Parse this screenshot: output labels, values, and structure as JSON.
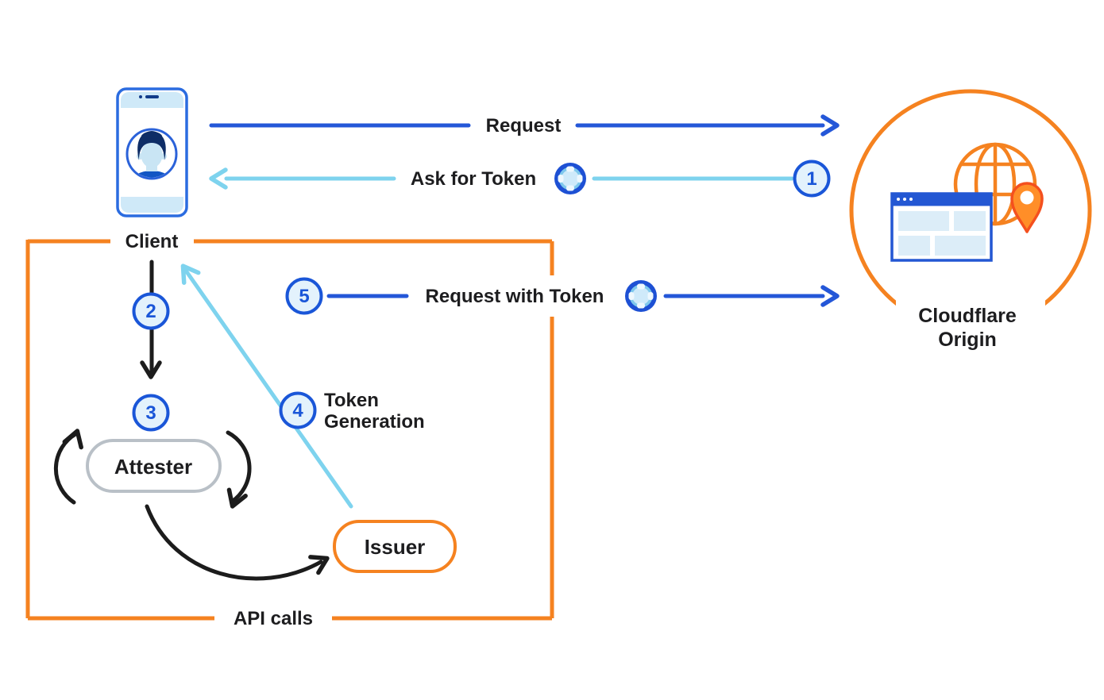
{
  "diagram_name": "privacy-pass-token-flow",
  "nodes": {
    "client": {
      "label": "Client"
    },
    "cloudflare_origin": {
      "label_line1": "Cloudflare",
      "label_line2": "Origin"
    },
    "attester": {
      "label": "Attester"
    },
    "issuer": {
      "label": "Issuer"
    }
  },
  "container": {
    "label": "API calls"
  },
  "flows": {
    "request": {
      "label": "Request"
    },
    "ask_for_token": {
      "label": "Ask for Token",
      "step": "1"
    },
    "client_to_attester": {
      "step": "2"
    },
    "attestation": {
      "step": "3"
    },
    "token_generation": {
      "step": "4",
      "label_line1": "Token",
      "label_line2": "Generation"
    },
    "request_with_token": {
      "step": "5",
      "label": "Request with Token"
    }
  },
  "icons": {
    "client_device": "phone-with-user-avatar",
    "origin": "globe-browser-location-pin",
    "token": "token-chip"
  },
  "colors": {
    "orange": "#F58220",
    "dark_blue_arrow": "#2457D8",
    "light_blue_arrow": "#7ED3EE",
    "black_arrow": "#1C1C1C",
    "step_circle_border": "#1A56D8",
    "step_circle_fill": "#E3F2FC",
    "attester_border": "#B9C0C7",
    "browser_blue": "#2357D3",
    "pane_light_blue": "#DCEDF8",
    "pin_fill": "#FF8E28",
    "pin_stroke": "#F4501E"
  }
}
